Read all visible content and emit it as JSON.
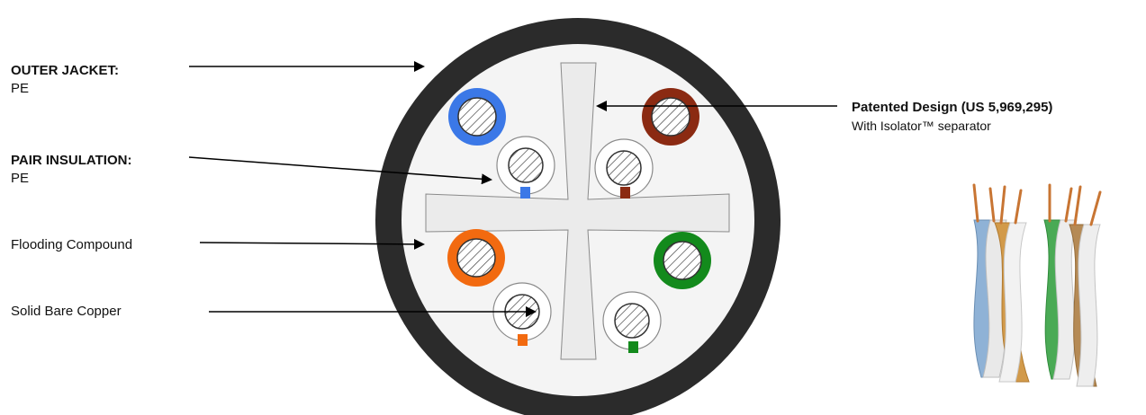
{
  "labels": {
    "outer_jacket": {
      "title": "OUTER JACKET:",
      "value": "PE"
    },
    "pair_insulation": {
      "title": "PAIR INSULATION:",
      "value": "PE"
    },
    "flooding_compound": {
      "title": "Flooding Compound"
    },
    "solid_bare_copper": {
      "title": "Solid Bare Copper"
    },
    "patented_design": {
      "title": "Patented Design (US 5,969,295)",
      "value": "With Isolator™ separator"
    }
  },
  "colors": {
    "jacket": "#2b2b2b",
    "filler": "#f2f2f2",
    "separator": "#ebebeb",
    "blue": "#3b78e7",
    "brown": "#8b2a12",
    "orange": "#f26a10",
    "green": "#138a1c"
  },
  "wire_colors": [
    "blue",
    "brown",
    "orange",
    "green"
  ]
}
